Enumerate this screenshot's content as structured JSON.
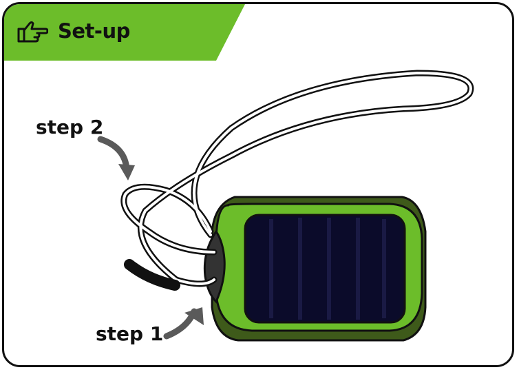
{
  "header": {
    "title": "Set-up",
    "icon": "pointing-hand-icon",
    "accent_color": "#6cbd2a"
  },
  "steps": [
    {
      "label": "step 1"
    },
    {
      "label": "step 2"
    }
  ],
  "device": {
    "shell_color": "#6cbd2a",
    "shadow_color": "#3e5a1a",
    "panel_color": "#0b0b2a"
  }
}
